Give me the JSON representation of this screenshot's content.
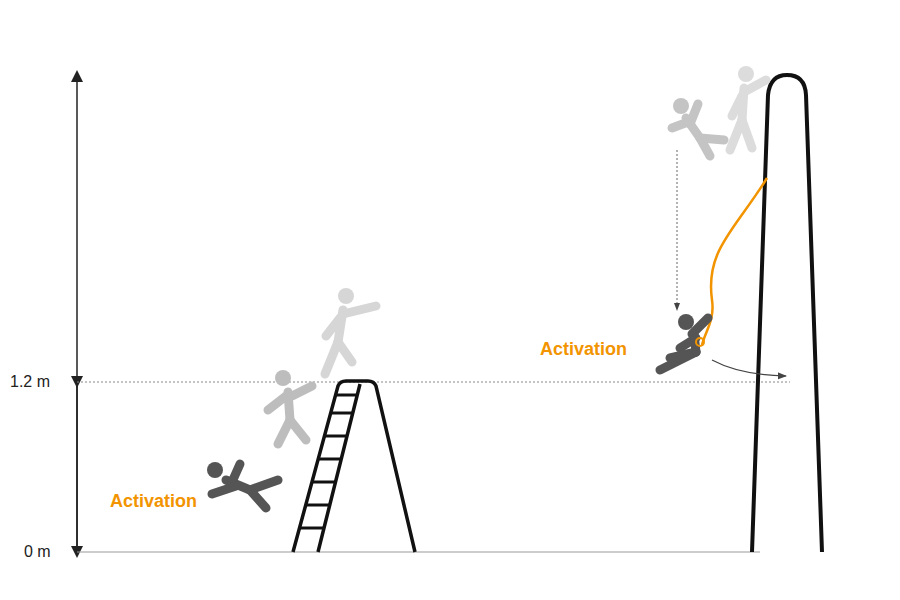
{
  "diagram": {
    "labels": [
      "1.2 m",
      "0 m",
      "Activation",
      "Activation"
    ]
  }
}
